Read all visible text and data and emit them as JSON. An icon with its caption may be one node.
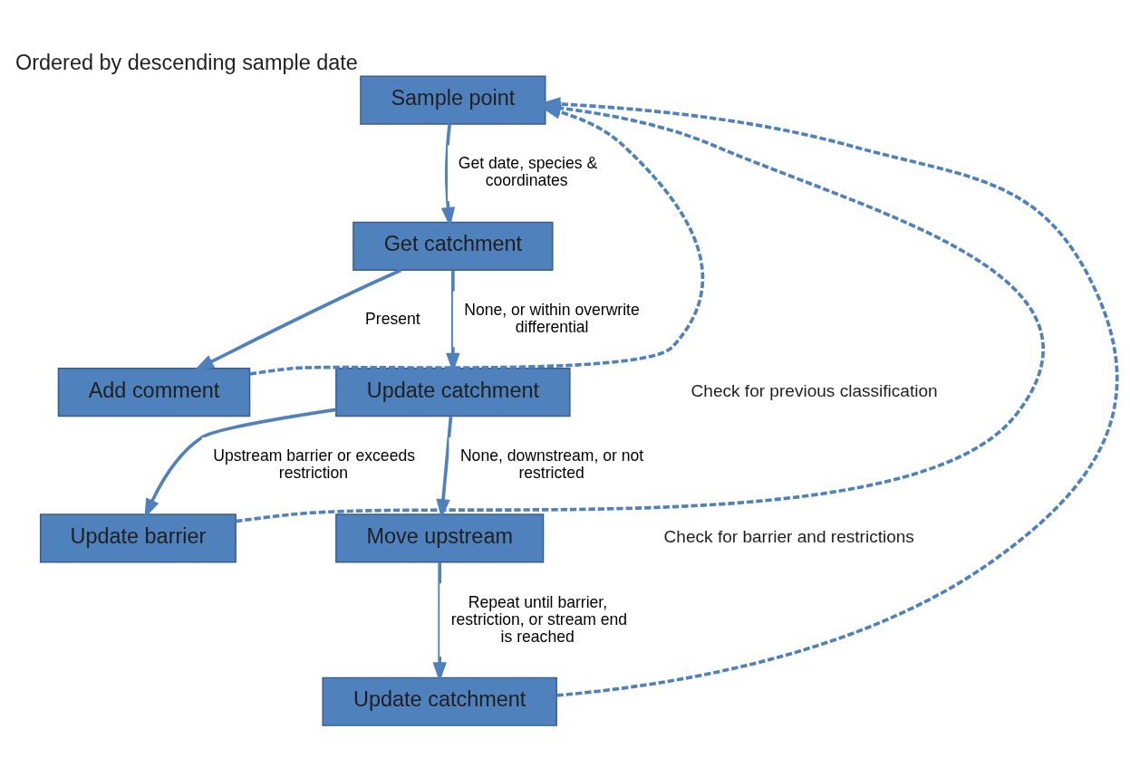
{
  "diagram": {
    "nodes": [
      {
        "text": [
          "Sample point"
        ],
        "beside": [
          "Ordered by descending sample date"
        ]
      },
      {
        "text": [
          "Get catchment"
        ]
      },
      {
        "text": [
          "Add comment"
        ]
      },
      {
        "text": [
          "Update catchment"
        ]
      },
      {
        "text": [
          "Update barrier"
        ]
      },
      {
        "text": [
          "Move upstream"
        ]
      },
      {
        "text": [
          "Update catchment"
        ]
      }
    ],
    "edges": [
      {
        "from": 0,
        "to": 1,
        "arrow": "to",
        "label": "Get date, species & coordinates"
      },
      {
        "from": 1,
        "to": 2,
        "arrow": "to",
        "label": "Present"
      },
      {
        "from": 1,
        "to": 3,
        "arrow": "to",
        "label": "None, or within overwrite differential"
      },
      {
        "from": 3,
        "to": 4,
        "arrow": "to",
        "label": "Upstream barrier or exceeds restriction"
      },
      {
        "from": 3,
        "to": 5,
        "arrow": "to",
        "label": "None, downstream, or not restricted"
      },
      {
        "from": 5,
        "to": 6,
        "arrow": "to",
        "label": "Repeat until barrier, restriction, or stream end is reached"
      },
      {
        "from": 2,
        "to": 0,
        "arrow": "to",
        "style": "dashed"
      },
      {
        "from": 4,
        "to": 0,
        "arrow": "to",
        "style": "dashed"
      },
      {
        "from": 6,
        "to": 0,
        "arrow": "to",
        "style": "dashed"
      }
    ],
    "labels": [
      "Check for previous classification",
      "Check for barrier and restrictions"
    ]
  }
}
